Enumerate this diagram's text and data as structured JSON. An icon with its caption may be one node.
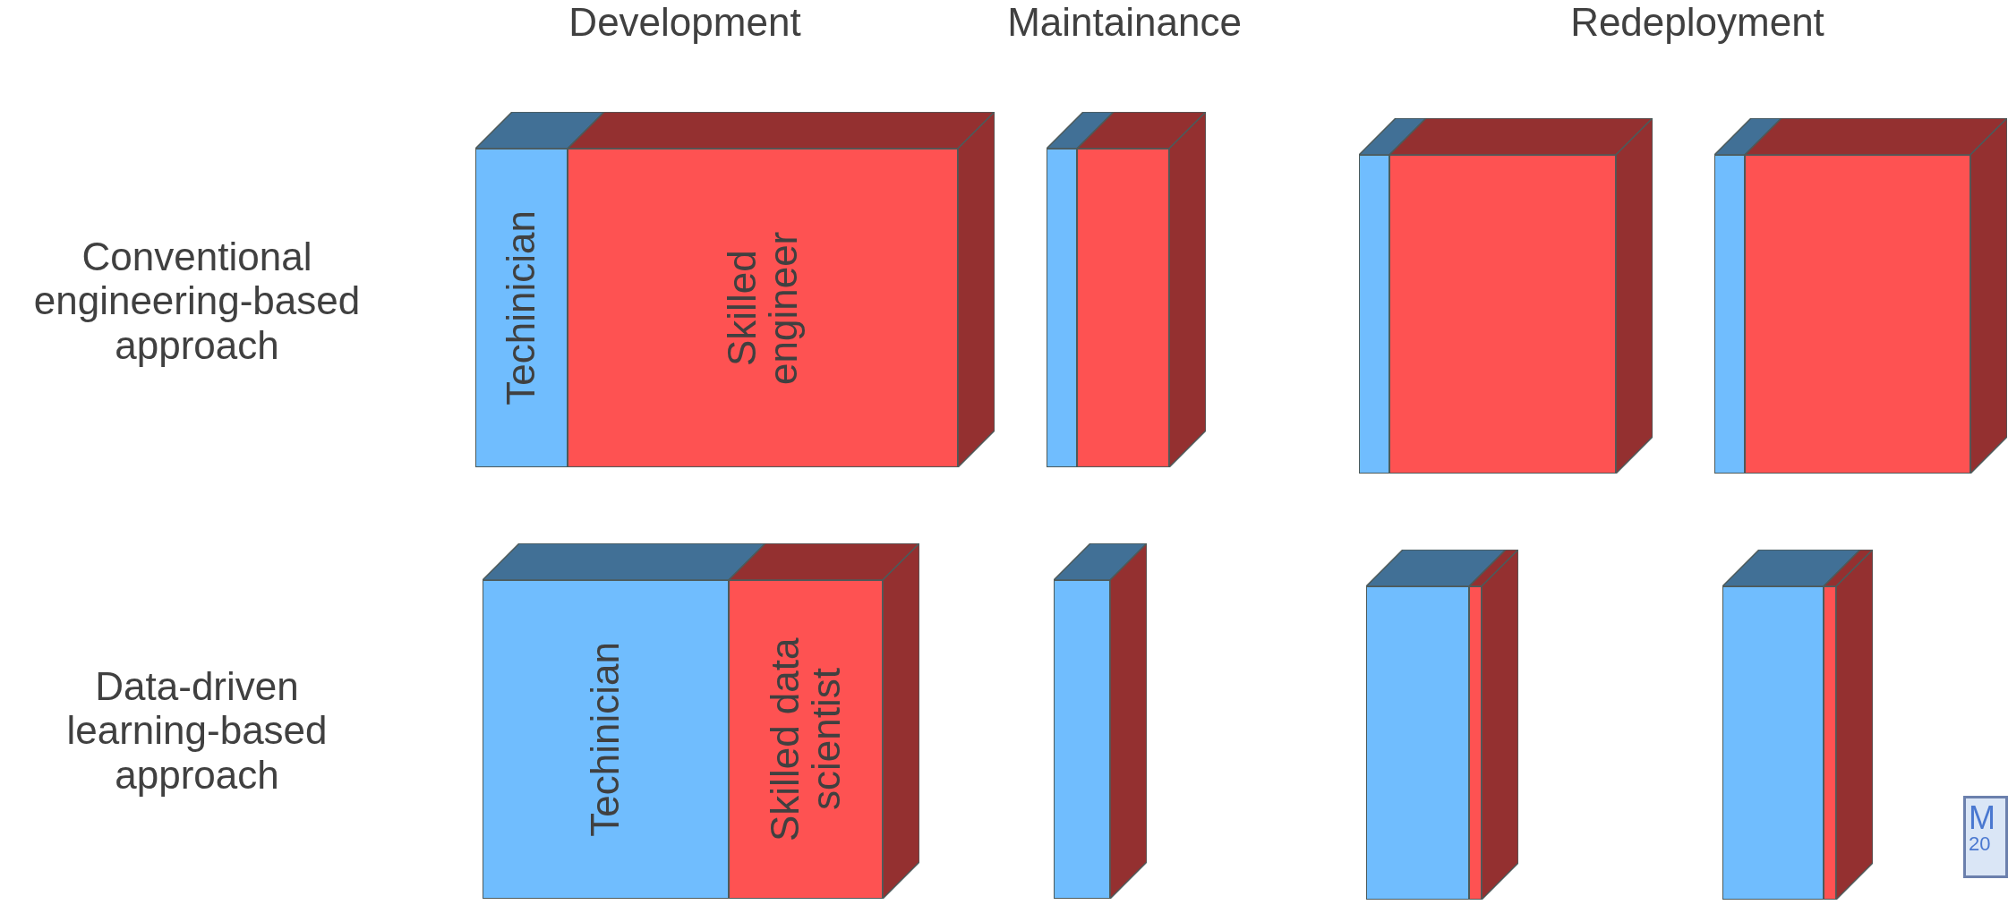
{
  "diagram": {
    "nodes": [
      {
        "text": [
          "Techinician"
        ]
      },
      {
        "text": [
          "Skilled engineer"
        ]
      },
      {
        "text": [],
        "shape": "box"
      },
      {
        "text": [],
        "shape": "box"
      },
      {
        "text": [],
        "shape": "box"
      },
      {
        "text": [],
        "shape": "box"
      },
      {
        "text": [],
        "shape": "box"
      },
      {
        "text": [],
        "shape": "box"
      },
      {
        "text": [
          "Techinician"
        ]
      },
      {
        "text": [
          "Skilled data scientist"
        ]
      },
      {
        "text": [],
        "shape": "box"
      },
      {
        "text": [],
        "shape": "box"
      },
      {
        "text": [],
        "shape": "box"
      },
      {
        "text": [],
        "shape": "box"
      },
      {
        "text": [],
        "shape": "box"
      },
      {
        "text": [
          "M",
          "20"
        ]
      }
    ],
    "labels": [
      "Development",
      "Maintainance",
      "Redeployment",
      "Conventional engineering-based approach",
      "Data-driven learning-based approach"
    ]
  }
}
